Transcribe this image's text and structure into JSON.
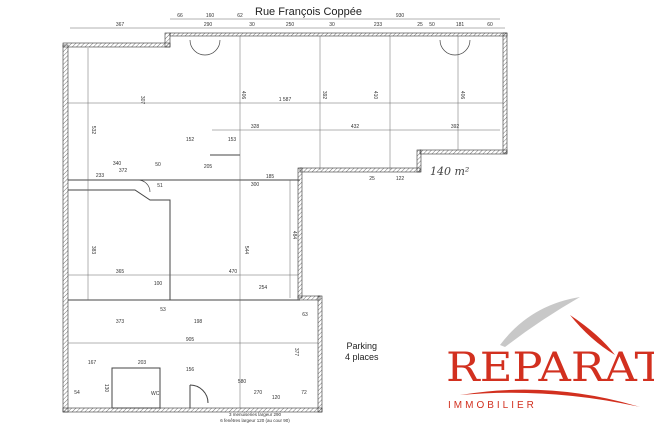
{
  "plan": {
    "street": "Rue François Coppée",
    "parking": [
      "Parking",
      "4 places"
    ],
    "handwritten_area": "140 m²",
    "wc_label": "WC",
    "notes": [
      "3 menuiseries largeur 290",
      "6 fenêtres largeur 120 (au cour 90)"
    ],
    "dimensions": [
      "66",
      "160",
      "62",
      "930",
      "367",
      "290",
      "30",
      "250",
      "30",
      "233",
      "25",
      "50",
      "181",
      "60",
      "1 587",
      "328",
      "432",
      "392",
      "152",
      "153",
      "205",
      "340",
      "372",
      "233",
      "50",
      "300",
      "185",
      "25",
      "122",
      "365",
      "470",
      "100",
      "254",
      "373",
      "198",
      "905",
      "63",
      "167",
      "203",
      "156",
      "580",
      "270",
      "120",
      "72",
      "54",
      "532",
      "307",
      "406",
      "392",
      "410",
      "406",
      "383",
      "544",
      "484",
      "377",
      "130",
      "51",
      "53"
    ]
  },
  "logo": {
    "brand": "REPARAT",
    "tagline": "IMMOBILIER",
    "primary_color": "#d2301f",
    "accent_color": "#c8c8c8"
  }
}
